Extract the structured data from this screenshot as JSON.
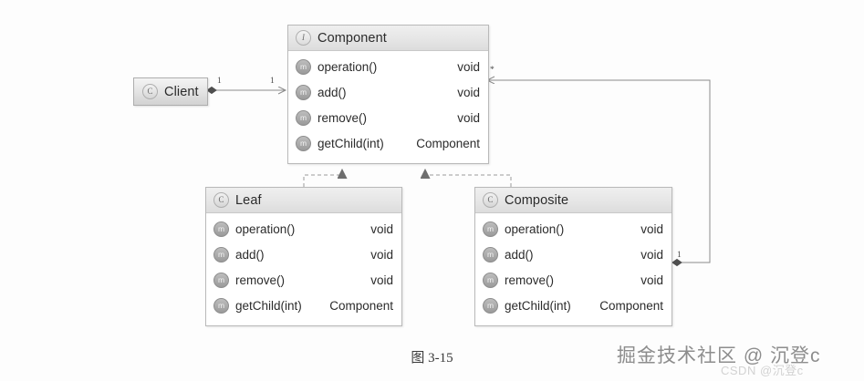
{
  "figure": {
    "caption": "图 3-15",
    "watermark": "掘金技术社区 @ 沉登c",
    "watermark_sub": "CSDN @沉登c"
  },
  "diagram": {
    "type": "uml-class-diagram",
    "pattern": "Composite",
    "nodes": {
      "client": {
        "name": "Client",
        "stereotype_icon": "C",
        "kind": "class"
      },
      "component": {
        "name": "Component",
        "stereotype_icon": "I",
        "kind": "interface",
        "members": [
          {
            "icon": "m",
            "name": "operation()",
            "type": "void"
          },
          {
            "icon": "m",
            "name": "add()",
            "type": "void"
          },
          {
            "icon": "m",
            "name": "remove()",
            "type": "void"
          },
          {
            "icon": "m",
            "name": "getChild(int)",
            "type": "Component"
          }
        ]
      },
      "leaf": {
        "name": "Leaf",
        "stereotype_icon": "C",
        "kind": "class",
        "members": [
          {
            "icon": "m",
            "name": "operation()",
            "type": "void"
          },
          {
            "icon": "m",
            "name": "add()",
            "type": "void"
          },
          {
            "icon": "m",
            "name": "remove()",
            "type": "void"
          },
          {
            "icon": "m",
            "name": "getChild(int)",
            "type": "Component"
          }
        ]
      },
      "composite": {
        "name": "Composite",
        "stereotype_icon": "C",
        "kind": "class",
        "members": [
          {
            "icon": "m",
            "name": "operation()",
            "type": "void"
          },
          {
            "icon": "m",
            "name": "add()",
            "type": "void"
          },
          {
            "icon": "m",
            "name": "remove()",
            "type": "void"
          },
          {
            "icon": "m",
            "name": "getChild(int)",
            "type": "Component"
          }
        ]
      }
    },
    "edges": {
      "client_component": {
        "relation": "aggregation",
        "source_multiplicity": "1",
        "target_multiplicity": "1"
      },
      "leaf_component": {
        "relation": "realization"
      },
      "composite_component": {
        "relation": "realization"
      },
      "composite_children": {
        "relation": "aggregation",
        "source_multiplicity": "1",
        "target_multiplicity": "*"
      }
    }
  },
  "colors": {
    "line": "#8a8a8a",
    "box_border": "#b9b9b9",
    "header_fill": "#e6e6e6",
    "body_fill": "#ffffff",
    "text": "#2b2b2b"
  }
}
